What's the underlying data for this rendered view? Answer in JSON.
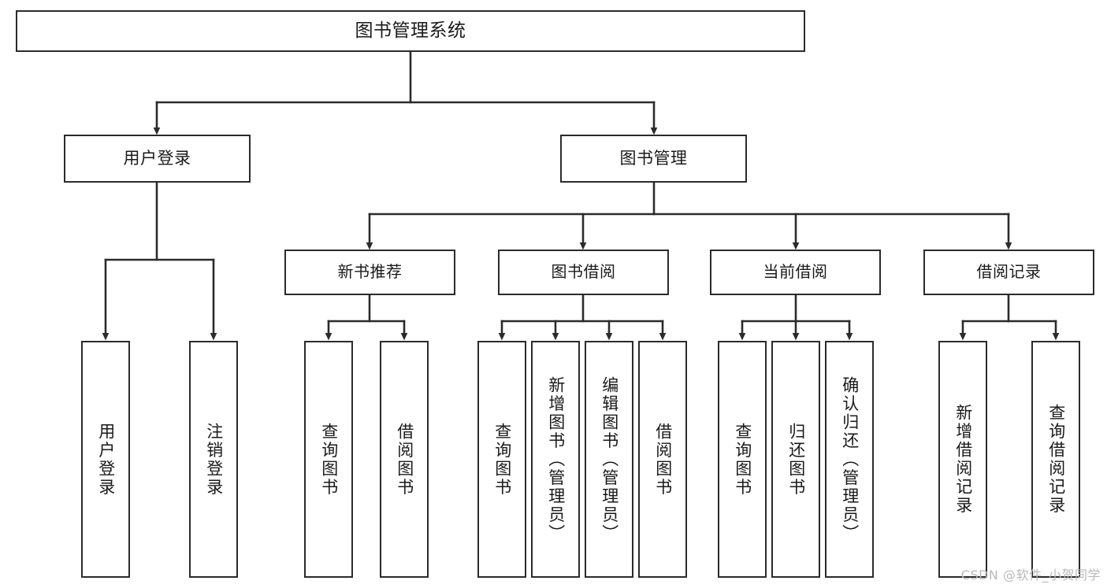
{
  "diagram": {
    "title": "图书管理系统",
    "type": "hierarchy-tree",
    "root": {
      "label": "图书管理系统"
    },
    "level2": [
      {
        "label": "用户登录"
      },
      {
        "label": "图书管理"
      }
    ],
    "level3": [
      {
        "label": "新书推荐"
      },
      {
        "label": "图书借阅"
      },
      {
        "label": "当前借阅"
      },
      {
        "label": "借阅记录"
      }
    ],
    "leaves": {
      "user_login": [
        {
          "label": "用户登录"
        },
        {
          "label": "注销登录"
        }
      ],
      "new_book": [
        {
          "label": "查询图书"
        },
        {
          "label": "借阅图书"
        }
      ],
      "borrow_book": [
        {
          "label": "查询图书"
        },
        {
          "label": "新增图书（管理员）"
        },
        {
          "label": "编辑图书（管理员）"
        },
        {
          "label": "借阅图书"
        }
      ],
      "current_borrow": [
        {
          "label": "查询图书"
        },
        {
          "label": "归还图书"
        },
        {
          "label": "确认归还（管理员）"
        }
      ],
      "borrow_record": [
        {
          "label": "新增借阅记录"
        },
        {
          "label": "查询借阅记录"
        }
      ]
    }
  },
  "watermark": {
    "text": "CSDN @软件_小贺同学"
  },
  "colors": {
    "stroke": "#2b2b2b",
    "fill": "#ffffff",
    "text": "#1a1a1a",
    "watermark": "#b9b9b9"
  }
}
